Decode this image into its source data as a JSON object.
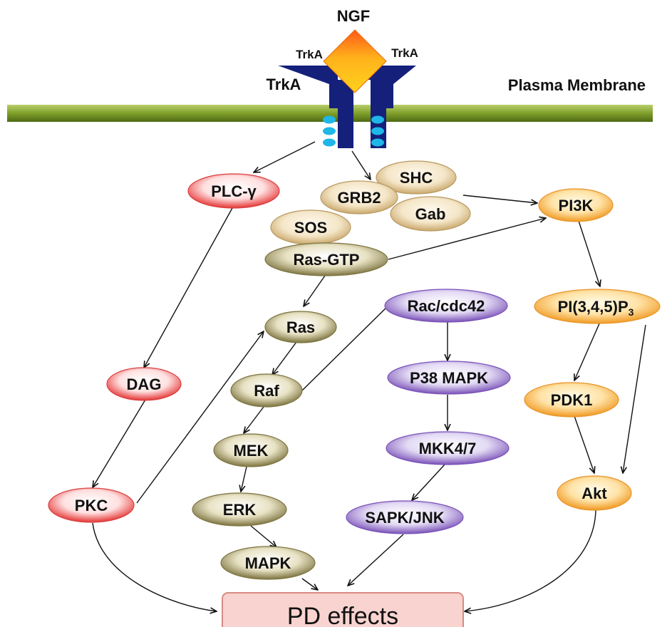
{
  "labels": {
    "ligand": "NGF",
    "receptor_left_small": "TrkA",
    "receptor_right_small": "TrkA",
    "receptor_main": "TrkA",
    "membrane": "Plasma Membrane"
  },
  "nodes": {
    "plc_gamma": "PLC-γ",
    "dag": "DAG",
    "pkc": "PKC",
    "shc": "SHC",
    "grb2": "GRB2",
    "gab": "Gab",
    "sos": "SOS",
    "ras_gtp": "Ras-GTP",
    "ras": "Ras",
    "raf": "Raf",
    "mek": "MEK",
    "erk": "ERK",
    "mapk": "MAPK",
    "rac_cdc42": "Rac/cdc42",
    "p38_mapk": "P38 MAPK",
    "mkk4_7": "MKK4/7",
    "sapk_jnk": "SAPK/JNK",
    "pi3k": "PI3K",
    "pip3_base": "PI(3,4,5)P",
    "pip3_sub": "3",
    "pdk1": "PDK1",
    "akt": "Akt",
    "pd_effects": "PD effects"
  },
  "colors": {
    "membrane": "#7a9a2a",
    "receptor": "#14207a",
    "receptor_dots": "#1fb6e8",
    "red_family": "#e83a3a",
    "tan_family": "#e2c99a",
    "olive_family": "#8d8650",
    "purple_family": "#8a68c0",
    "orange_family": "#f6b24a",
    "pd_box_fill": "#f8d3cf",
    "pd_box_border": "#d98a85"
  }
}
